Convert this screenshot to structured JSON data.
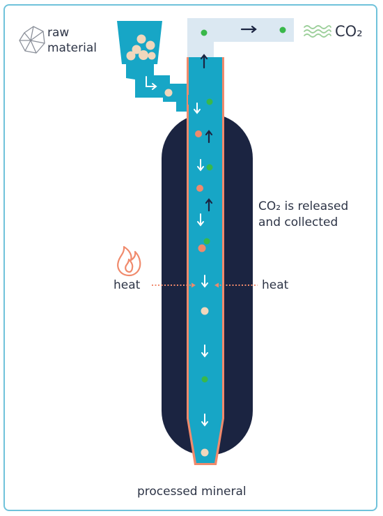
{
  "labels": {
    "raw_material_line1": "raw",
    "raw_material_line2": "material",
    "co2_output": "CO₂",
    "released_line1": "CO₂ is released",
    "released_line2": "and collected",
    "heat_left": "heat",
    "heat_right": "heat",
    "output": "processed mineral"
  },
  "icons": [
    "rock-icon",
    "flame-icon",
    "gas-waves-icon"
  ],
  "colors": {
    "tube": "#17a6c6",
    "kiln": "#1b2441",
    "exhaust_pipe": "#dbe8f2",
    "raw_particle": "#f1d7bc",
    "heated_particle": "#f08a6c",
    "co2_particle": "#39b84a",
    "heat_accent": "#f08a6c",
    "frame": "#6fc2da",
    "text": "#2d3446"
  }
}
